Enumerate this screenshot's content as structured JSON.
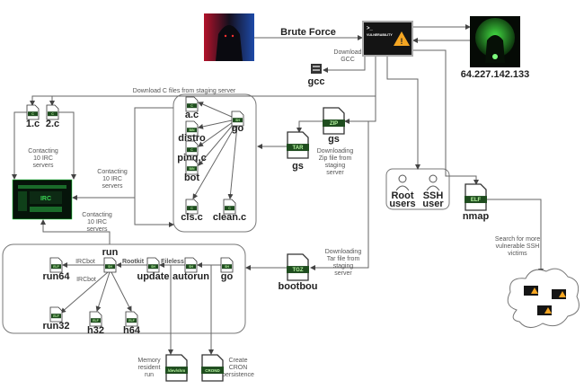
{
  "diagram": {
    "edges": {
      "brute_force": "Brute Force",
      "download_gcc": [
        "Download",
        "GCC"
      ],
      "download_c_files": "Download C files from staging server",
      "contacting_irc_left": [
        "Contacting",
        "10 IRC",
        "servers"
      ],
      "contacting_irc_mid": [
        "Contacting",
        "10 IRC",
        "servers"
      ],
      "contacting_irc_bottom": [
        "Contacting",
        "10 IRC",
        "servers"
      ],
      "downloading_zip": [
        "Downloading",
        "Zip file from",
        "staging",
        "server"
      ],
      "downloading_tar": [
        "Downloading",
        "Tar file from",
        "staging",
        "server"
      ],
      "search_ssh": [
        "Search for more",
        "vulnerable SSH",
        "victims"
      ],
      "ircbot_1": "IRCbot",
      "ircbot_2": "IRCbot",
      "rootkit": "Rootkit",
      "fileless": "Fileless",
      "memory_resident": [
        "Memory",
        "resident",
        "run"
      ],
      "create_cron": [
        "Create",
        "CRON",
        "persistence"
      ]
    },
    "nodes": {
      "attacker": {
        "icon": "hooded-hacker-image"
      },
      "victim": {
        "icon": "vulnerability-terminal-image",
        "text": "VULNERABILITY",
        "prompt": ">_"
      },
      "c2": {
        "icon": "c2-hacker-globe-image",
        "label": "64.227.142.133"
      },
      "gcc": {
        "icon": "gcc-binary-icon",
        "label": "gcc"
      },
      "irc": {
        "icon": "irc-server-screen-image",
        "text": "IRC"
      },
      "users": {
        "root": "Root",
        "root2": "users",
        "ssh": "SSH",
        "ssh2": "user"
      },
      "cloud": {
        "icon": "vulnerable-ssh-victims-cloud"
      }
    },
    "files": [
      {
        "id": "c1",
        "label": "1.c",
        "badge": "C"
      },
      {
        "id": "c2",
        "label": "2.c",
        "badge": "C"
      },
      {
        "id": "ac",
        "label": "a.c",
        "badge": "C"
      },
      {
        "id": "distro",
        "label": "distro",
        "badge": "BIN"
      },
      {
        "id": "pingc",
        "label": "ping.c",
        "badge": "C"
      },
      {
        "id": "bot",
        "label": "bot",
        "badge": "BIN"
      },
      {
        "id": "clsc",
        "label": "cls.c",
        "badge": "C"
      },
      {
        "id": "cleanc",
        "label": "clean.c",
        "badge": "C"
      },
      {
        "id": "go1",
        "label": "go",
        "badge": "SH"
      },
      {
        "id": "run",
        "label": "run",
        "badge": "SH"
      },
      {
        "id": "run64",
        "label": "run64",
        "badge": "ELF"
      },
      {
        "id": "update",
        "label": "update",
        "badge": "SH"
      },
      {
        "id": "autorun",
        "label": "autorun",
        "badge": "SH"
      },
      {
        "id": "go2",
        "label": "go",
        "badge": "SH"
      },
      {
        "id": "run32",
        "label": "run32",
        "badge": "ELF"
      },
      {
        "id": "h32",
        "label": "h32",
        "badge": "ELF"
      },
      {
        "id": "h64",
        "label": "h64",
        "badge": "ELF"
      },
      {
        "id": "zipgs",
        "label": "gs",
        "badge": "ZIP"
      },
      {
        "id": "targs",
        "label": "gs",
        "badge": "TAR"
      },
      {
        "id": "tgz",
        "label": "bootbou",
        "badge": "TGZ"
      },
      {
        "id": "nmap",
        "label": "nmap",
        "badge": "ELF"
      },
      {
        "id": "mem",
        "label": "",
        "badge": "/dev/shm"
      },
      {
        "id": "cron",
        "label": "",
        "badge": "CROND"
      }
    ],
    "colors": {
      "badge": "#1f4d1f",
      "badge_text": "#b6f5a0",
      "edge": "#666666",
      "warning": "#f5a623",
      "irc_green": "#39d353"
    }
  }
}
